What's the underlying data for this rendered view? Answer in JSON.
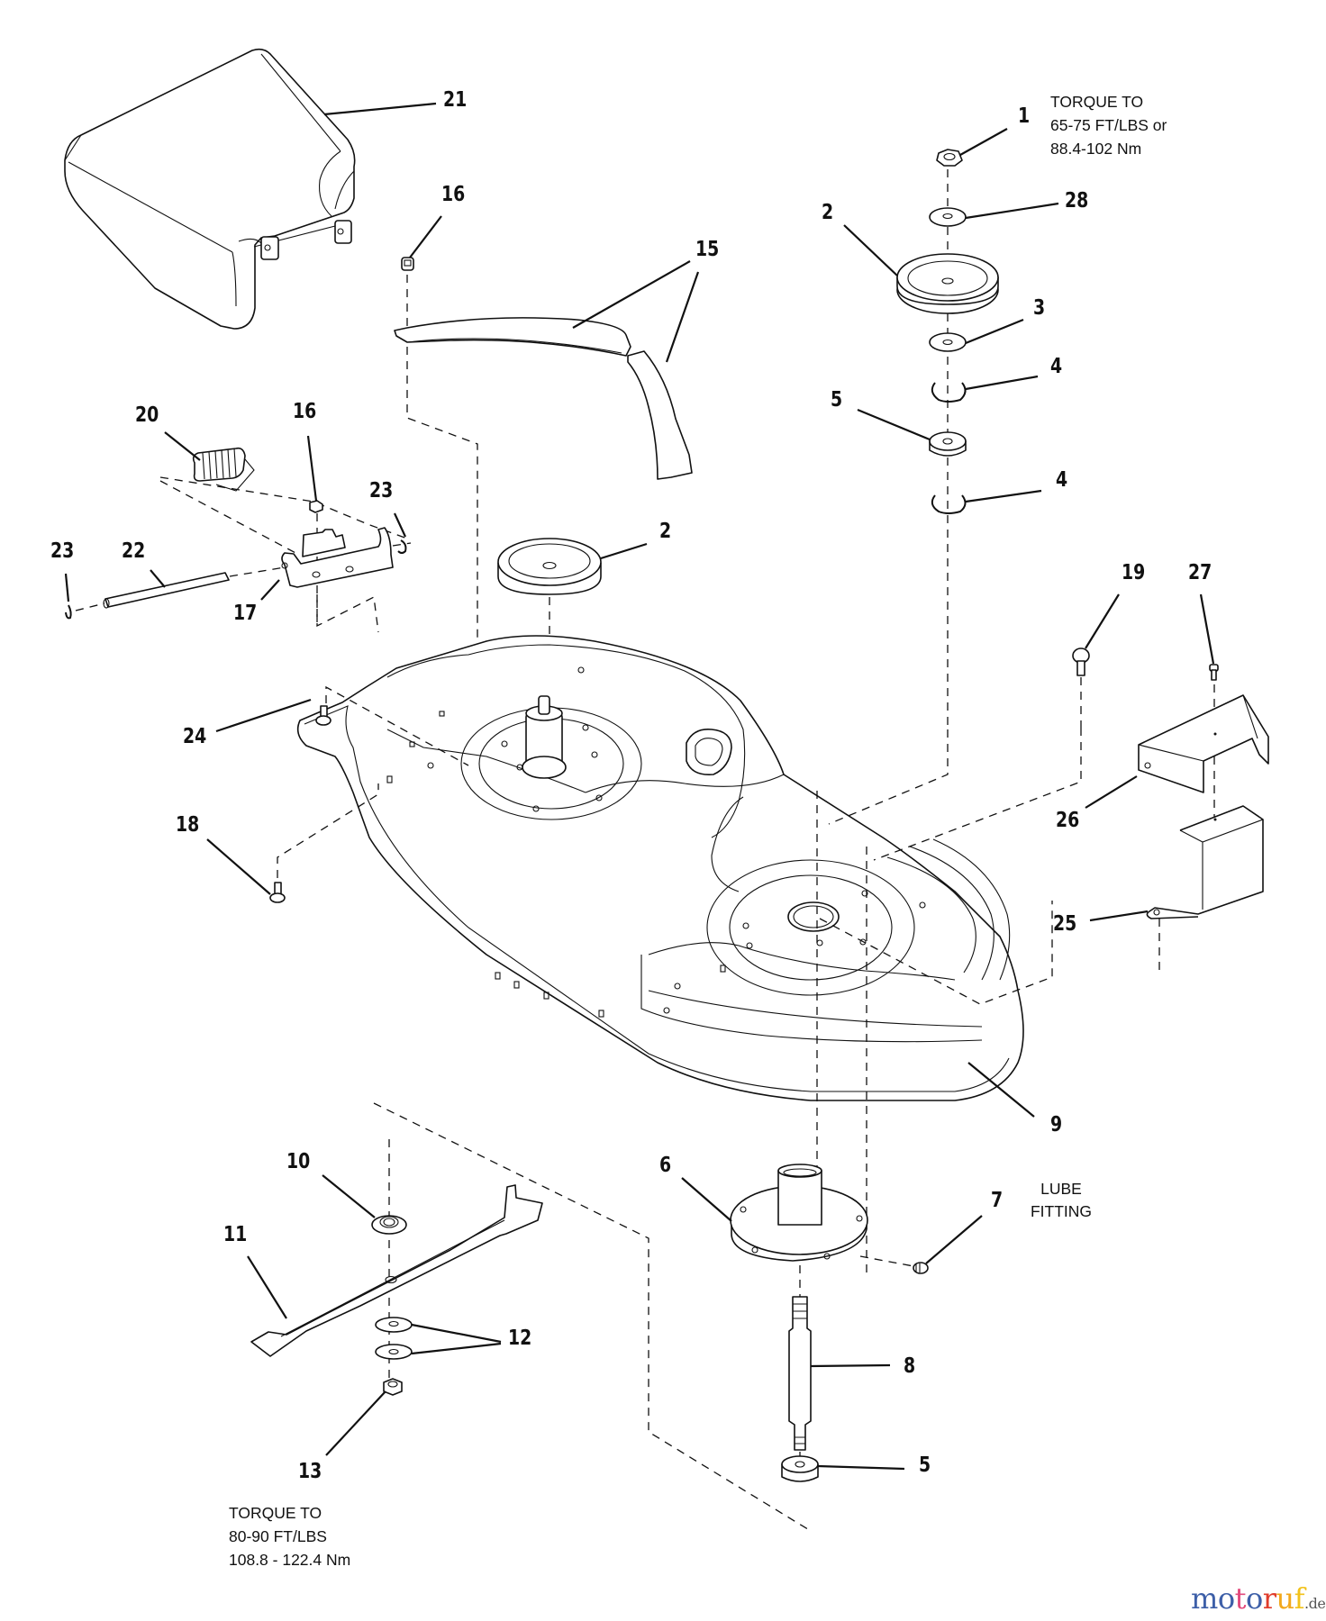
{
  "diagram": {
    "title": "Mower deck exploded parts diagram",
    "callouts": [
      {
        "id": "21",
        "label": "21"
      },
      {
        "id": "1",
        "label": "1"
      },
      {
        "id": "16a",
        "label": "16"
      },
      {
        "id": "15",
        "label": "15"
      },
      {
        "id": "28",
        "label": "28"
      },
      {
        "id": "2a",
        "label": "2"
      },
      {
        "id": "3",
        "label": "3"
      },
      {
        "id": "4a",
        "label": "4"
      },
      {
        "id": "5a",
        "label": "5"
      },
      {
        "id": "4b",
        "label": "4"
      },
      {
        "id": "20",
        "label": "20"
      },
      {
        "id": "16b",
        "label": "16"
      },
      {
        "id": "23a",
        "label": "23"
      },
      {
        "id": "23b",
        "label": "23"
      },
      {
        "id": "22",
        "label": "22"
      },
      {
        "id": "17",
        "label": "17"
      },
      {
        "id": "2b",
        "label": "2"
      },
      {
        "id": "19",
        "label": "19"
      },
      {
        "id": "27",
        "label": "27"
      },
      {
        "id": "24",
        "label": "24"
      },
      {
        "id": "26",
        "label": "26"
      },
      {
        "id": "18",
        "label": "18"
      },
      {
        "id": "25",
        "label": "25"
      },
      {
        "id": "9",
        "label": "9"
      },
      {
        "id": "10",
        "label": "10"
      },
      {
        "id": "6",
        "label": "6"
      },
      {
        "id": "7",
        "label": "7"
      },
      {
        "id": "11",
        "label": "11"
      },
      {
        "id": "12",
        "label": "12"
      },
      {
        "id": "8",
        "label": "8"
      },
      {
        "id": "13",
        "label": "13"
      },
      {
        "id": "5b",
        "label": "5"
      }
    ],
    "notes": {
      "torque_top": [
        "TORQUE TO",
        "65-75 FT/LBS or",
        "88.4-102 Nm"
      ],
      "torque_bottom": [
        "TORQUE TO",
        "80-90 FT/LBS",
        "108.8 - 122.4 Nm"
      ],
      "lube": [
        "LUBE",
        "FITTING"
      ]
    },
    "parts": {
      "1": "nut",
      "2": "pulley",
      "3": "washer",
      "4": "retaining-ring",
      "5": "bearing",
      "6": "spindle-housing",
      "7": "lube-fitting",
      "8": "spindle-shaft",
      "9": "deck",
      "10": "blade-adapter",
      "11": "blade",
      "12": "washers",
      "13": "blade-nut",
      "15": "belt-guards",
      "16": "nut",
      "17": "bracket",
      "18": "bolt",
      "19": "carriage-bolt",
      "20": "spring",
      "21": "discharge-chute",
      "22": "rod",
      "23": "cotter-pin",
      "24": "bolt",
      "25": "belt-guard-lower",
      "26": "belt-guard-upper",
      "27": "bolt",
      "28": "washer"
    }
  },
  "watermark": {
    "letters": [
      "m",
      "o",
      "t",
      "o",
      "r",
      "u",
      "f"
    ],
    "colors": [
      "#3d5fa8",
      "#3d5fa8",
      "#e24a7c",
      "#3d5fa8",
      "#e03c2b",
      "#f2a81d",
      "#f2c21b"
    ],
    "tld": ".de"
  }
}
